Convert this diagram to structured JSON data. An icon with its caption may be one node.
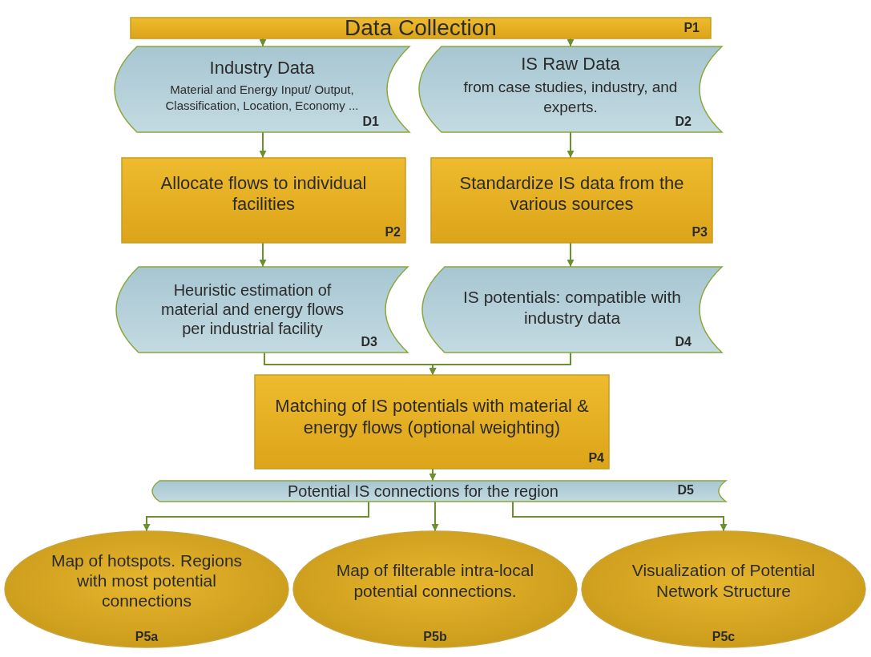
{
  "diagram": {
    "nodes": [
      {
        "text": [
          "Data Collection",
          "P1"
        ]
      },
      {
        "text": [
          "Industry Data",
          "Material and Energy Input/ Output, Classification, Location, Economy ...",
          "D1"
        ]
      },
      {
        "text": [
          "IS Raw Data",
          "from case studies, industry, and experts.",
          "D2"
        ]
      },
      {
        "text": [
          "Allocate flows to individual facilities",
          "P2"
        ]
      },
      {
        "text": [
          "Standardize IS data from the various sources",
          "P3"
        ]
      },
      {
        "text": [
          "Heuristic estimation of material and energy flows per industrial facility",
          "D3"
        ]
      },
      {
        "text": [
          "IS potentials: compatible with industry data",
          "D4"
        ]
      },
      {
        "text": [
          "Matching of IS potentials with material & energy flows (optional weighting)",
          "P4"
        ]
      },
      {
        "text": [
          "Potential IS connections for the region",
          "D5"
        ]
      },
      {
        "text": [
          "Map of hotspots. Regions with most potential connections",
          "P5a"
        ]
      },
      {
        "text": [
          "Map of filterable intra-local potential connections.",
          "P5b"
        ]
      },
      {
        "text": [
          "Visualization of Potential Network Structure",
          "P5c"
        ]
      }
    ],
    "edges": [
      {
        "from": 0,
        "to": 1,
        "arrow": "to"
      },
      {
        "from": 0,
        "to": 2,
        "arrow": "to"
      },
      {
        "from": 1,
        "to": 3,
        "arrow": "to"
      },
      {
        "from": 2,
        "to": 4,
        "arrow": "to"
      },
      {
        "from": 3,
        "to": 5,
        "arrow": "to"
      },
      {
        "from": 4,
        "to": 6,
        "arrow": "to"
      },
      {
        "from": 5,
        "to": 7,
        "arrow": "to"
      },
      {
        "from": 6,
        "to": 7,
        "arrow": "to"
      },
      {
        "from": 7,
        "to": 8,
        "arrow": "to"
      },
      {
        "from": 8,
        "to": 9,
        "arrow": "to"
      },
      {
        "from": 8,
        "to": 10,
        "arrow": "to"
      },
      {
        "from": 8,
        "to": 11,
        "arrow": "to"
      }
    ]
  }
}
